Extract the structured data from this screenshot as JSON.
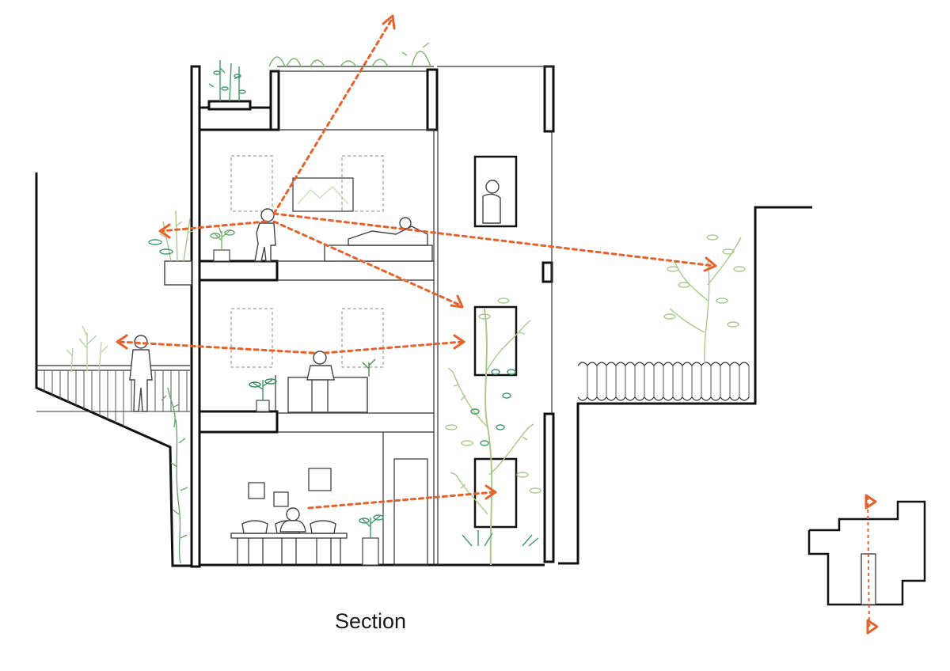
{
  "title": "Section",
  "colors": {
    "sightline": "#e5622a",
    "wall": "#111111",
    "foliage_light": "#a9c98a",
    "foliage_dark": "#3f9a6a",
    "foliage_mid": "#7fb56e"
  },
  "icons": [
    "person-figure",
    "plant",
    "tree",
    "sofa",
    "dining-table",
    "key-plan"
  ]
}
